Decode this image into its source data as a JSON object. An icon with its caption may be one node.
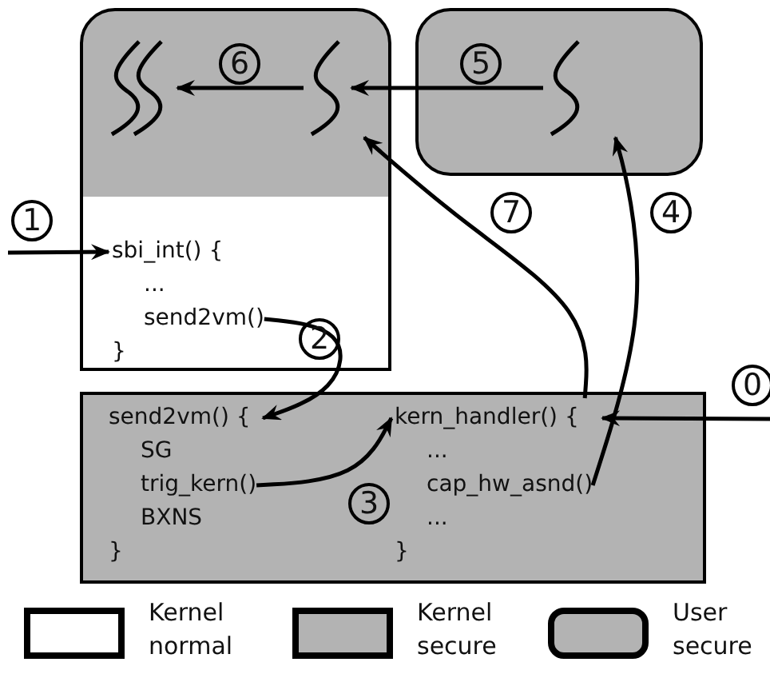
{
  "diagram": {
    "nodes": [
      {
        "text": [],
        "shape": "box"
      },
      {
        "text": [],
        "shape": "picture",
        "in": 0
      },
      {
        "text": [],
        "shape": "picture",
        "in": 0
      },
      {
        "text": [
          "sbi_int() {",
          "...",
          "send2vm()",
          "}"
        ],
        "in": 0
      },
      {
        "text": [],
        "shape": "box"
      },
      {
        "text": [],
        "shape": "picture",
        "in": 4
      },
      {
        "text": [],
        "shape": "box"
      },
      {
        "text": [
          "send2vm() {",
          "SG",
          "trig_kern()",
          "BXNS",
          "}"
        ],
        "in": 6
      },
      {
        "text": [
          "kern_handler() {",
          "...",
          "cap_hw_asnd()",
          "...",
          "}"
        ],
        "in": 6
      }
    ],
    "edges": [
      {
        "from": null,
        "to": 8,
        "arrow": "to",
        "label": "0"
      },
      {
        "from": null,
        "to": 3,
        "arrow": "to",
        "label": "1"
      },
      {
        "from": 3,
        "to": 7,
        "arrow": "to",
        "label": "2"
      },
      {
        "from": 7,
        "to": 8,
        "arrow": "to",
        "label": "3"
      },
      {
        "from": 8,
        "to": 5,
        "arrow": "to",
        "label": "4"
      },
      {
        "from": 5,
        "to": 2,
        "arrow": "to",
        "label": "5"
      },
      {
        "from": 2,
        "to": 1,
        "arrow": "to",
        "label": "6"
      },
      {
        "from": 8,
        "to": 2,
        "arrow": "to",
        "label": "7"
      }
    ],
    "legend": [
      {
        "text": "Kernel normal",
        "color": "#ffffff"
      },
      {
        "text": "Kernel secure",
        "color": "#b3b3b3"
      },
      {
        "text": "User secure",
        "color": "#b3b3b3"
      }
    ]
  }
}
